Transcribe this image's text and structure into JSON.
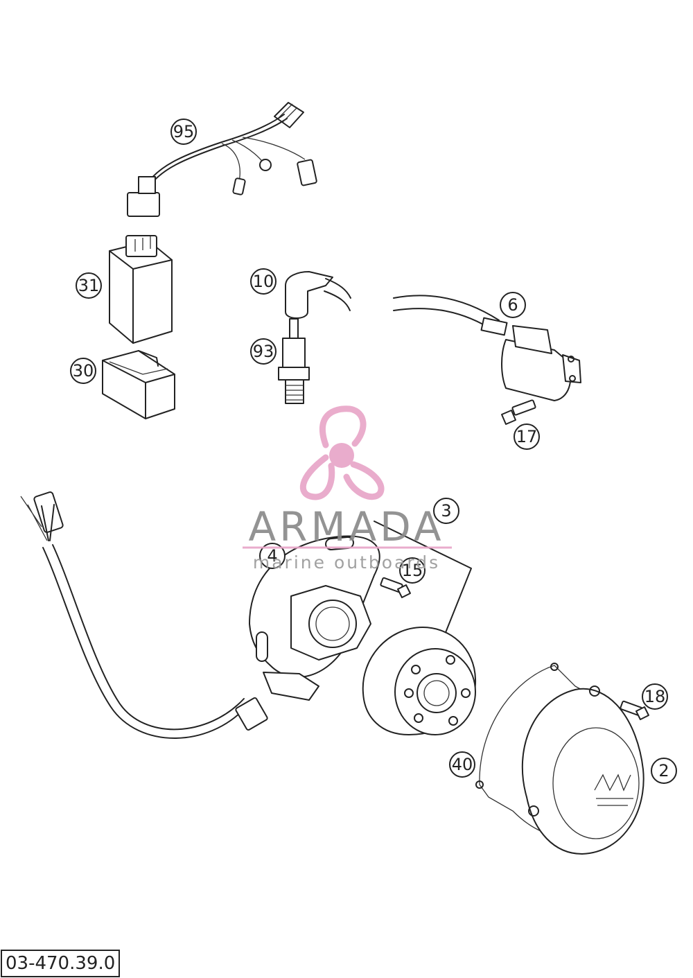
{
  "watermark": {
    "brand": "ARMADA",
    "tagline": "marine outboards",
    "accent_color": "#e8a6c8",
    "icon": "propeller-icon"
  },
  "document_code": "03-470.39.0",
  "callouts": {
    "c95": "95",
    "c31": "31",
    "c30": "30",
    "c10": "10",
    "c93": "93",
    "c6": "6",
    "c17": "17",
    "c3": "3",
    "c4": "4",
    "c15": "15",
    "c18": "18",
    "c40": "40",
    "c2": "2"
  },
  "parts": [
    "wiring-harness",
    "cdi-unit",
    "cdi-bracket",
    "spark-plug-cap",
    "spark-plug",
    "ignition-coil",
    "coil-bolt",
    "flywheel-rotor",
    "stator-plate",
    "stator-screw",
    "cover-bolt",
    "cover-gasket",
    "ignition-cover"
  ]
}
